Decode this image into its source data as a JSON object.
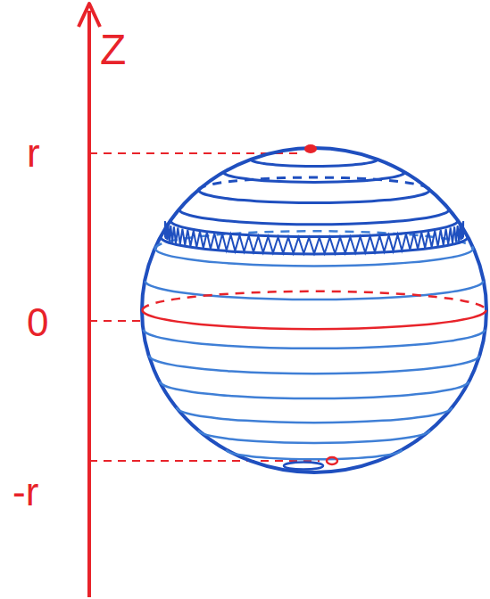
{
  "diagram": {
    "labels": [
      "Z",
      "r",
      "0",
      "-r"
    ]
  }
}
